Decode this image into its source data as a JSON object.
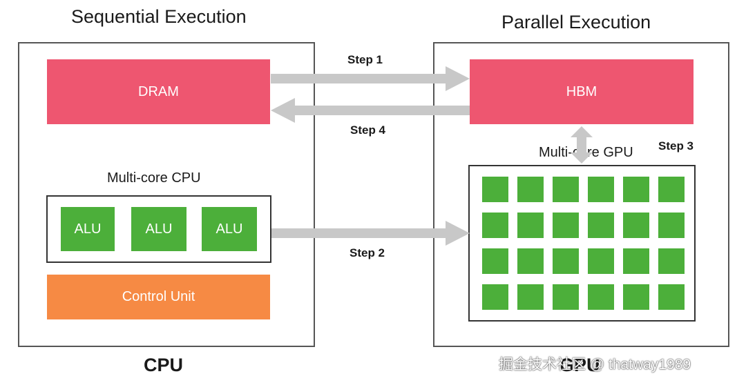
{
  "titles": {
    "left": "Sequential Execution",
    "right": "Parallel Execution"
  },
  "cpu_side": {
    "memory_label": "DRAM",
    "cores_label": "Multi-core CPU",
    "alus": [
      "ALU",
      "ALU",
      "ALU"
    ],
    "control_label": "Control Unit",
    "footer_label": "CPU"
  },
  "gpu_side": {
    "memory_label": "HBM",
    "cores_label": "Multi-core GPU",
    "grid_rows": 4,
    "grid_cols": 6,
    "footer_label": "GPU"
  },
  "steps": {
    "step1": "Step 1",
    "step2": "Step 2",
    "step3": "Step 3",
    "step4": "Step 4"
  },
  "watermark": "掘金技术社区 @ thatway1989",
  "colors": {
    "memory": "#ee5670",
    "core": "#4caf3a",
    "control": "#f68a44",
    "arrow": "#c8c8c8"
  }
}
